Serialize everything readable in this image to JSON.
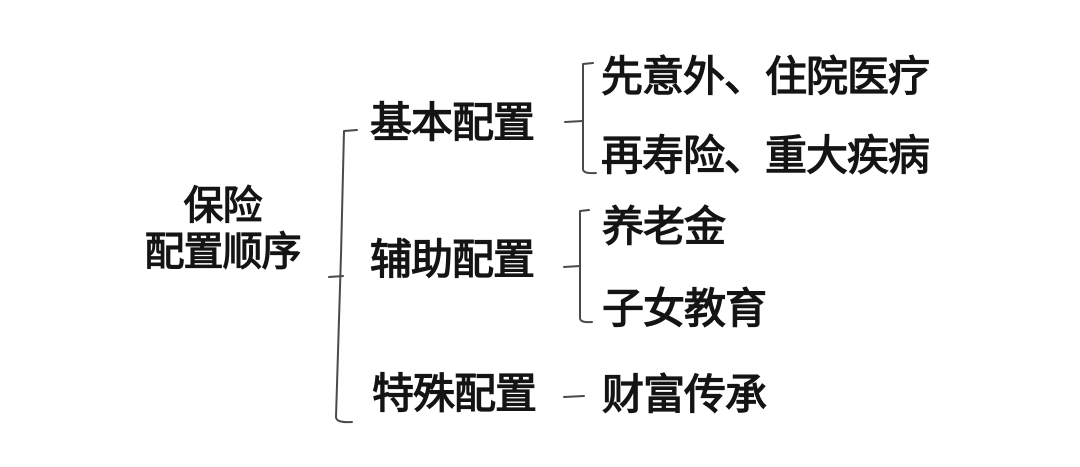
{
  "colors": {
    "background": "#ffffff",
    "text": "#141414",
    "line": "#4a4a4a"
  },
  "root": {
    "line1": "保险",
    "line2": "配置顺序"
  },
  "branches": [
    {
      "label": "基本配置",
      "children": [
        "先意外、住院医疗",
        "再寿险、重大疾病"
      ]
    },
    {
      "label": "辅助配置",
      "children": [
        "养老金",
        "子女教育"
      ]
    },
    {
      "label": "特殊配置",
      "children": [
        "财富传承"
      ]
    }
  ]
}
